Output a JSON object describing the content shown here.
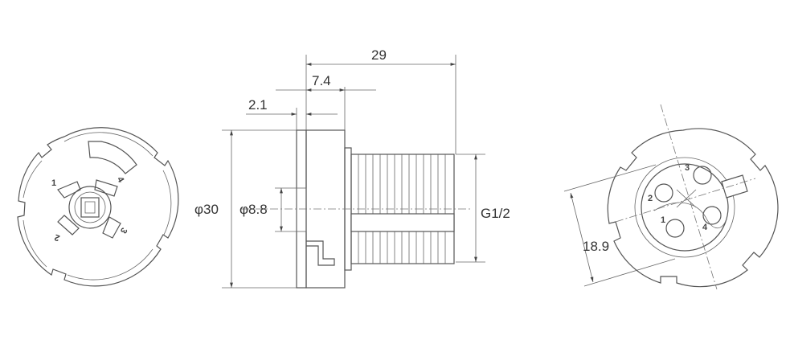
{
  "drawing": {
    "dimensions": {
      "overall_length": "29",
      "flange_width": "7.4",
      "flange_step": "2.1",
      "outer_diameter": "φ30",
      "bore_diameter": "φ8.8",
      "thread": "G1/2",
      "pin_circle": "18.9"
    },
    "left_view_pins": [
      "1",
      "2",
      "3",
      "4"
    ],
    "right_view_pins": [
      "1",
      "2",
      "3",
      "4"
    ]
  },
  "colors": {
    "line": "#555555",
    "text": "#333333",
    "background": "#ffffff"
  }
}
